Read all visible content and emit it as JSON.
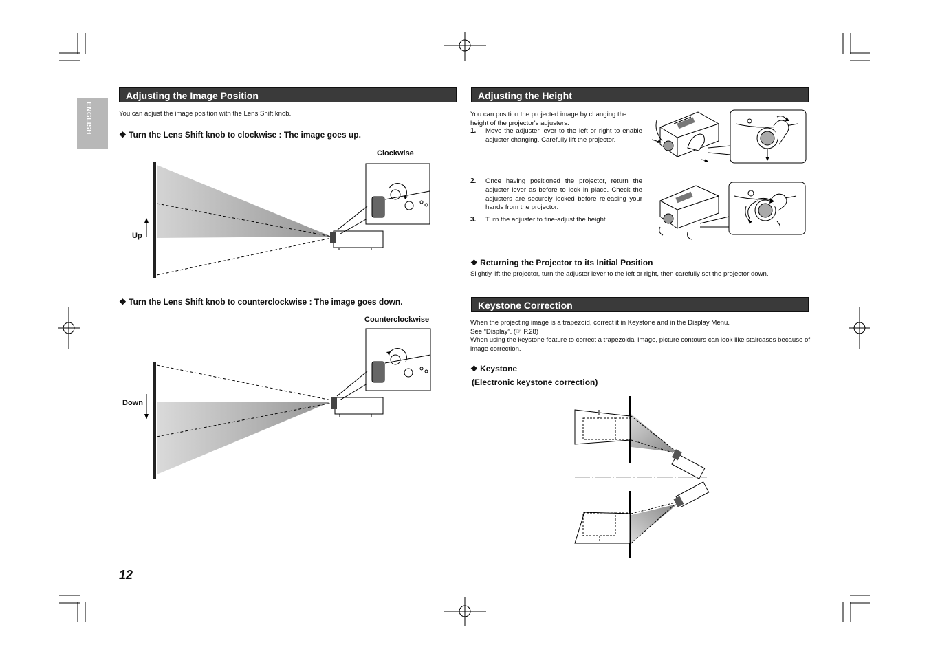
{
  "side_tab": {
    "label": "ENGLISH"
  },
  "page_number": "12",
  "left": {
    "title": "Adjusting the Image Position",
    "intro": "You can adjust the image position with the Lens Shift knob.",
    "step1": "❖ Turn the Lens Shift knob to clockwise : The image goes up.",
    "label_clockwise": "Clockwise",
    "label_up": "Up",
    "step2": "❖ Turn the Lens Shift knob to counterclockwise : The image goes down.",
    "label_counterclockwise": "Counterclockwise",
    "label_down": "Down"
  },
  "height": {
    "title": "Adjusting the Height",
    "intro": "You can position the projected image by changing the height of the projector's adjusters.",
    "steps": [
      {
        "num": "1.",
        "text": "Move the adjuster lever to the left or right to enable adjuster changing. Carefully lift the projector."
      },
      {
        "num": "2.",
        "text": "Once having positioned the projector, return the adjuster lever as before to lock in place. Check the adjusters are securely locked before releasing your hands from the projector."
      },
      {
        "num": "3.",
        "text": "Turn the adjuster to fine-adjust the height."
      }
    ],
    "return_title": "❖ Returning the Projector to its Initial Position",
    "return_text": "Slightly lift the projector, turn the adjuster lever to the left or right, then carefully set the projector down."
  },
  "keystone": {
    "title": "Keystone Correction",
    "p1": "When the projecting image is a trapezoid, correct it in Keystone and in the Display Menu.",
    "p2": "See “Display”. (☞ P.28)",
    "p3": "When using the keystone feature to correct a trapezoidal image, picture contours can look like staircases because of image correction.",
    "sub_title": "❖ Keystone",
    "sub_note": "(Electronic keystone correction)"
  }
}
